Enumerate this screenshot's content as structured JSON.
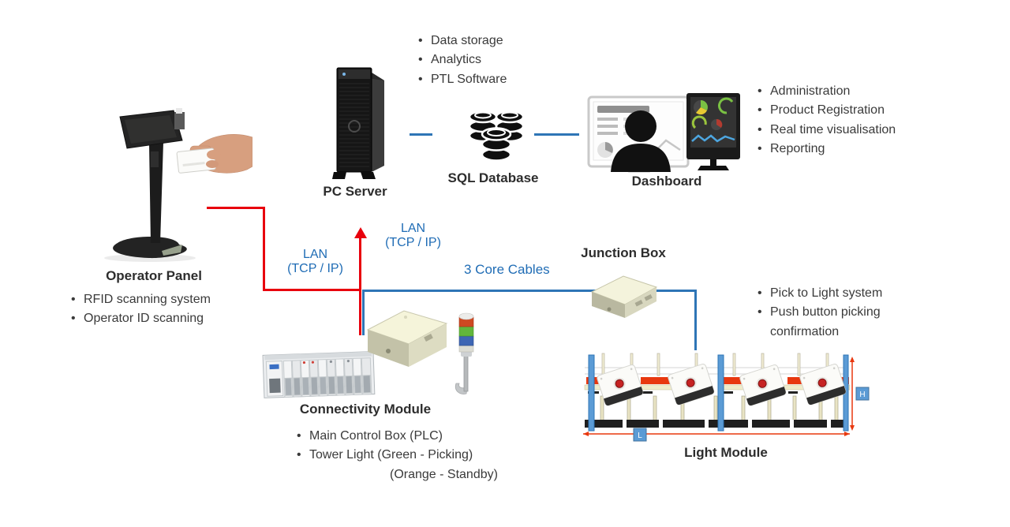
{
  "colors": {
    "accent_blue_line": "#2e75b6",
    "accent_blue_text": "#1f6cb5",
    "accent_red": "#e8000d",
    "text_dark": "#3a3a3a"
  },
  "nodes": {
    "operator_panel": {
      "label": "Operator Panel",
      "bullets": [
        "RFID scanning system",
        "Operator ID scanning"
      ]
    },
    "pc_server": {
      "label": "PC Server",
      "bullets": [
        "Data storage",
        "Analytics",
        "PTL Software"
      ]
    },
    "sql_database": {
      "label": "SQL Database"
    },
    "dashboard": {
      "label": "Dashboard",
      "bullets": [
        "Administration",
        "Product Registration",
        "Real time visualisation",
        "Reporting"
      ]
    },
    "junction_box": {
      "label": "Junction Box"
    },
    "connectivity_module": {
      "label": "Connectivity Module",
      "bullets": [
        "Main Control Box (PLC)",
        "Tower Light (Green - Picking)",
        "(Orange - Standby)"
      ]
    },
    "light_module": {
      "label": "Light Module",
      "bullets": [
        "Pick to Light system",
        "Push button picking",
        "confirmation"
      ],
      "dimension_height": "H",
      "dimension_length": "L"
    }
  },
  "connections": {
    "lan_left": {
      "line1": "LAN",
      "line2": "(TCP / IP)"
    },
    "lan_right": {
      "line1": "LAN",
      "line2": "(TCP / IP)"
    },
    "core_cables": "3 Core Cables"
  }
}
